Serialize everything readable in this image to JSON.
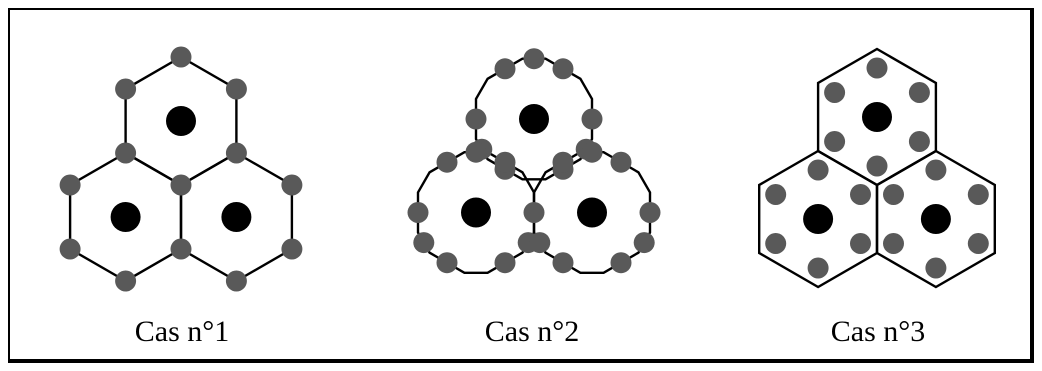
{
  "diagram": {
    "cases": [
      {
        "caption": "Cas n°1",
        "grey_atom_placement": "hexagon-vertices"
      },
      {
        "caption": "Cas n°2",
        "grey_atom_placement": "hexagon-edge-midpoints"
      },
      {
        "caption": "Cas n°3",
        "grey_atom_placement": "inside-hexagon"
      }
    ],
    "colors": {
      "center_atom": "#000000",
      "grey_atom": "#595959",
      "outline": "#000000",
      "background": "#ffffff"
    }
  }
}
